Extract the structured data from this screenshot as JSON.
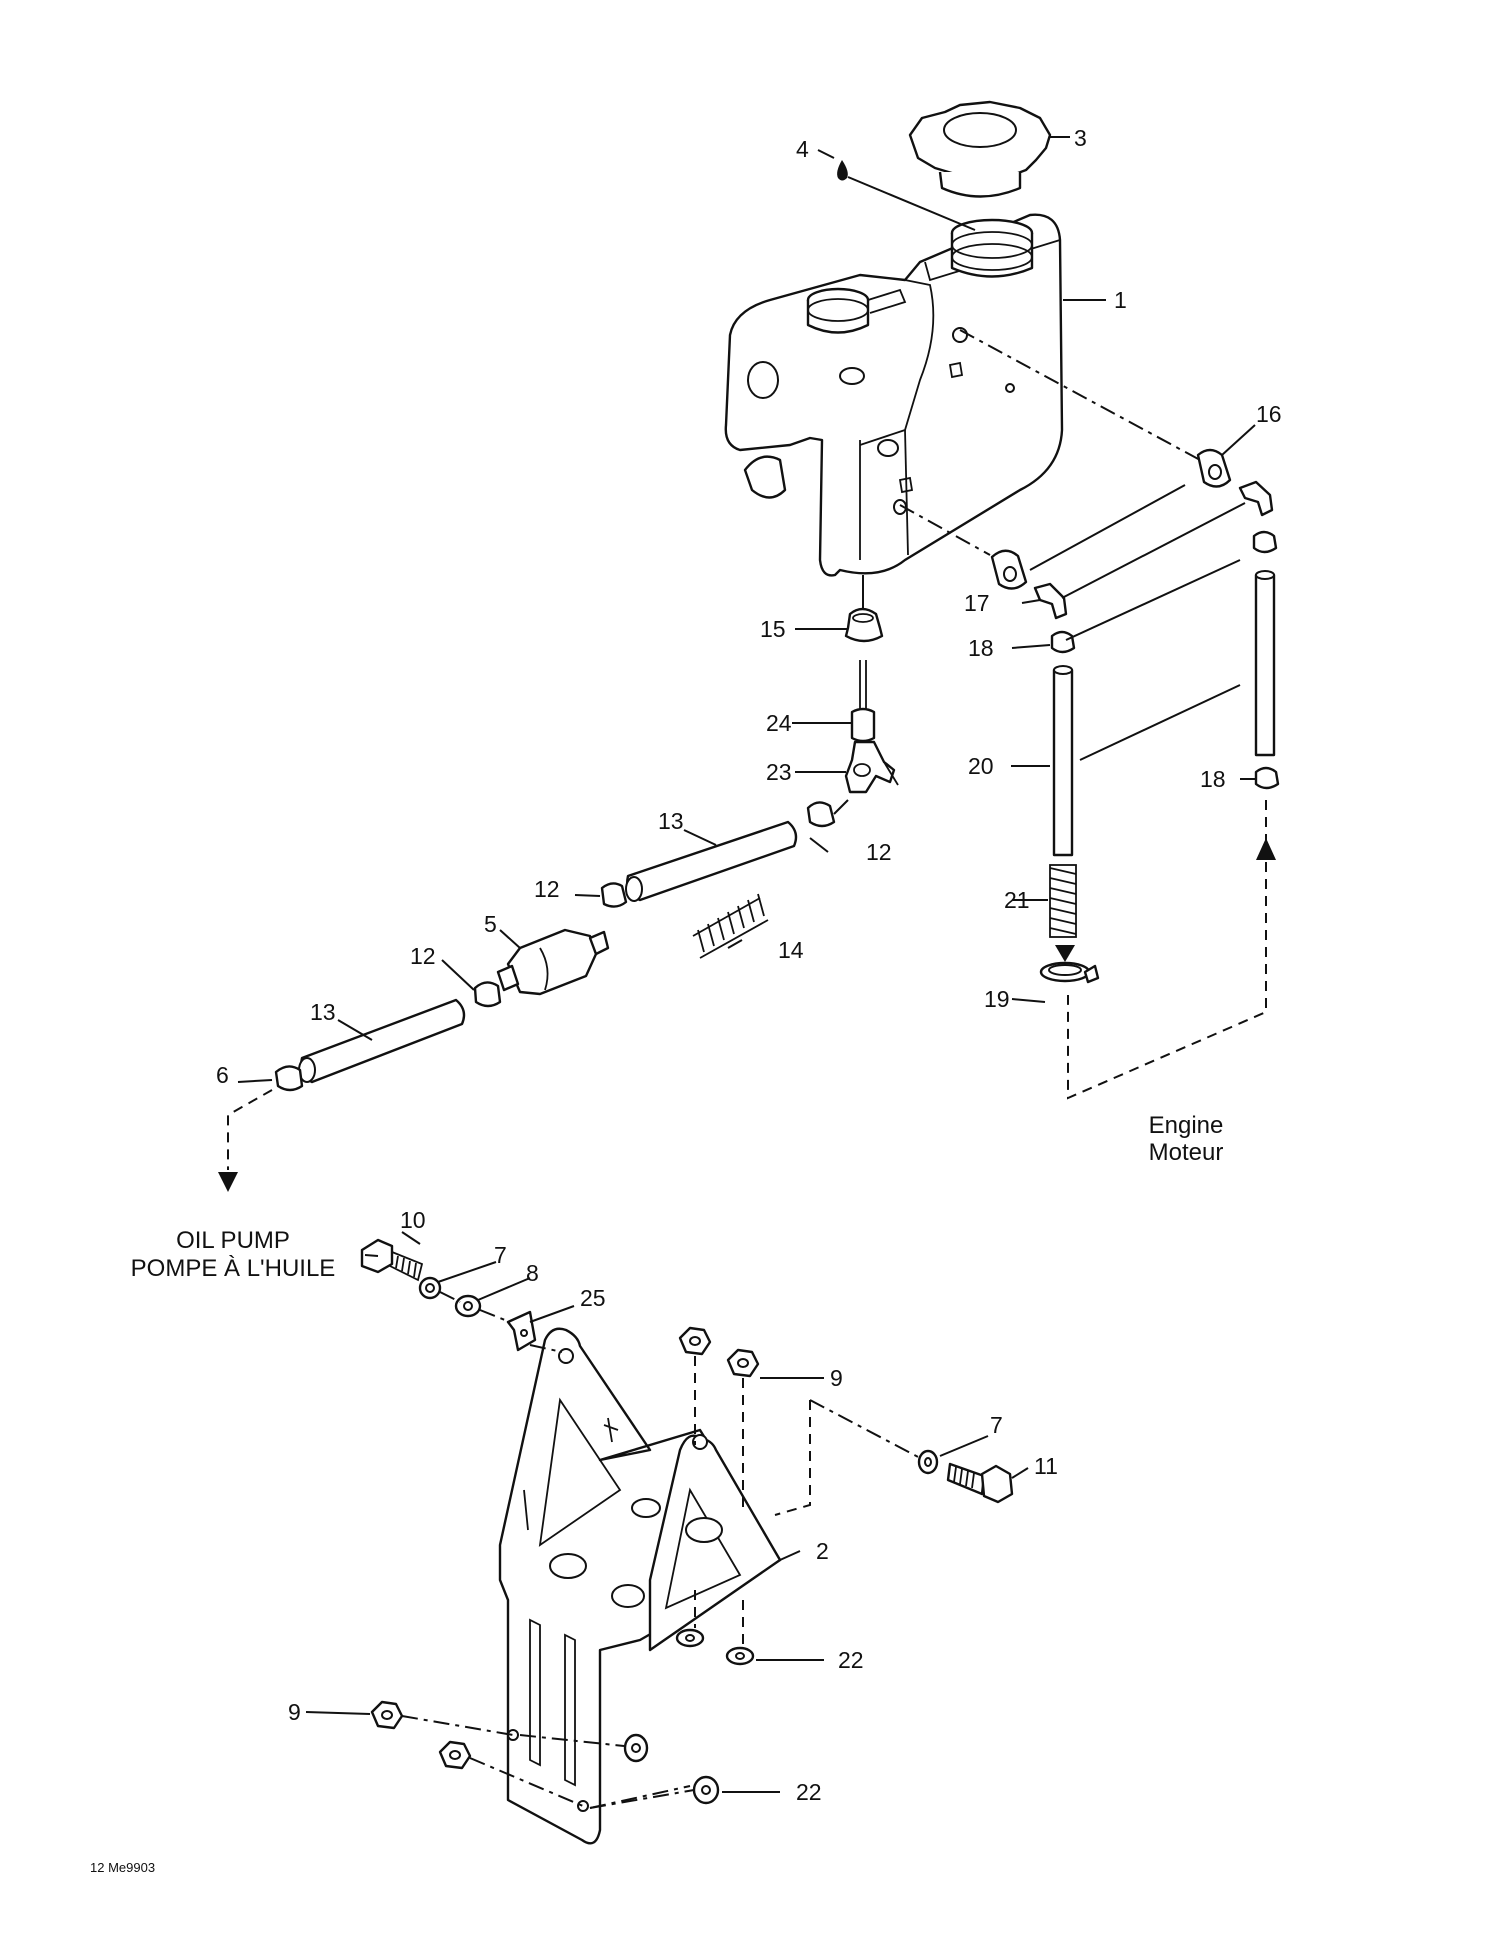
{
  "diagram": {
    "code": "12 Me9903",
    "captions": {
      "oil_pump_en": "OIL PUMP",
      "oil_pump_fr": "POMPE À L'HUILE",
      "engine_en": "Engine",
      "engine_fr": "Moteur"
    },
    "callouts": [
      "1",
      "2",
      "3",
      "4",
      "5",
      "6",
      "7",
      "7",
      "8",
      "9",
      "9",
      "10",
      "11",
      "12",
      "12",
      "12",
      "13",
      "13",
      "14",
      "15",
      "16",
      "17",
      "18",
      "18",
      "19",
      "20",
      "21",
      "22",
      "22",
      "23",
      "24",
      "25"
    ]
  }
}
